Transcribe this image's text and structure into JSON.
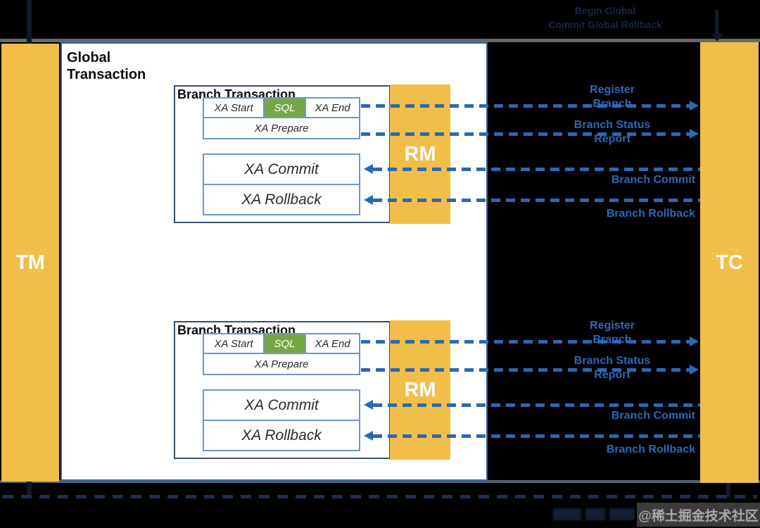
{
  "actors": {
    "tm": "TM",
    "tc": "TC",
    "rm": "RM"
  },
  "global_transaction": {
    "line1": "Global",
    "line2": "Transaction"
  },
  "branch": {
    "title": "Branch Transaction",
    "xa_start": "XA Start",
    "sql": "SQL",
    "xa_end": "XA End",
    "xa_prepare": "XA Prepare",
    "xa_commit": "XA Commit",
    "xa_rollback": "XA Rollback"
  },
  "arrow_labels": {
    "register_branch_line1": "Register",
    "register_branch_line2": "Branch",
    "branch_status_line1": "Branch Status",
    "branch_status_line2": "Report",
    "branch_commit": "Branch Commit",
    "branch_rollback": "Branch Rollback"
  },
  "tm_tc_top_label": {
    "line1": "Begin Global",
    "line2": "Commit Global Rollback"
  },
  "watermark": "@稀土掘金技术社区",
  "colors": {
    "background": "#000000",
    "bar_yellow": "#F2BE49",
    "sql_green": "#77A742",
    "arrow_blue": "#2A68B8",
    "global_border_blue": "#3461A5",
    "branch_border": "#3A4F6E",
    "cell_border_blue": "#6D96CE",
    "watermark_bg": "#3B3B3B",
    "watermark_text": "#A9A9A9",
    "top_label_text": "#16264A"
  }
}
